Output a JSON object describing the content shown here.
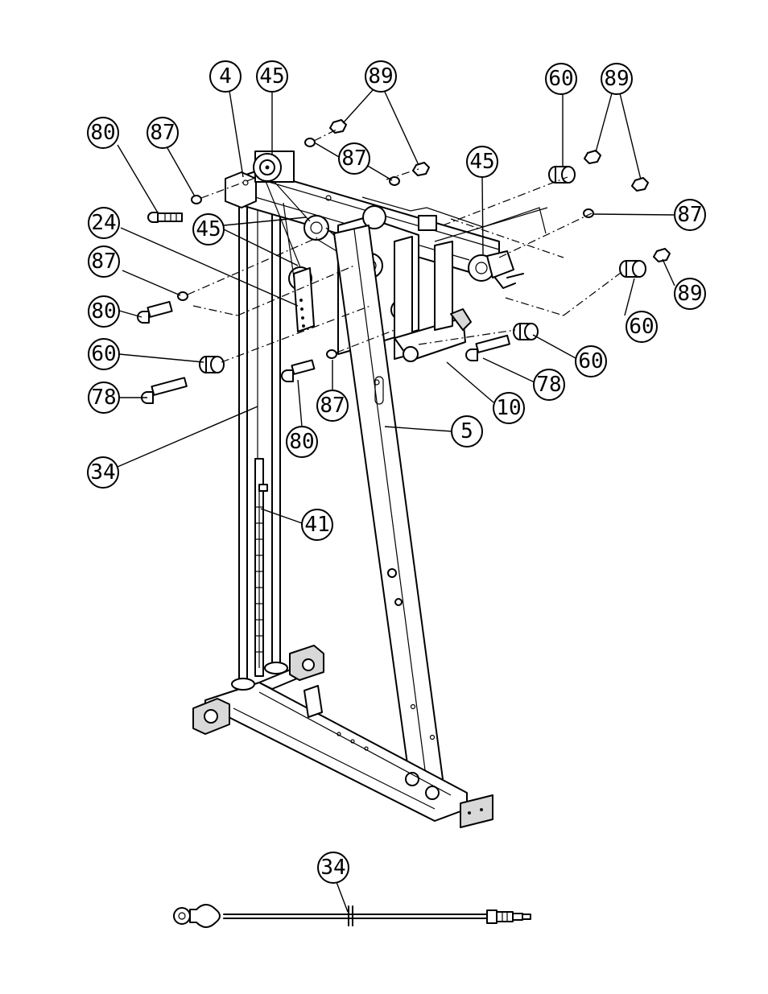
{
  "callouts": [
    {
      "id": "c-4",
      "label": "4"
    },
    {
      "id": "c-45a",
      "label": "45"
    },
    {
      "id": "c-89a",
      "label": "89"
    },
    {
      "id": "c-60a",
      "label": "60"
    },
    {
      "id": "c-89b",
      "label": "89"
    },
    {
      "id": "c-80a",
      "label": "80"
    },
    {
      "id": "c-87a",
      "label": "87"
    },
    {
      "id": "c-87b",
      "label": "87"
    },
    {
      "id": "c-45b",
      "label": "45"
    },
    {
      "id": "c-24",
      "label": "24"
    },
    {
      "id": "c-45c",
      "label": "45"
    },
    {
      "id": "c-87c",
      "label": "87"
    },
    {
      "id": "c-87d",
      "label": "87"
    },
    {
      "id": "c-89c",
      "label": "89"
    },
    {
      "id": "c-80b",
      "label": "80"
    },
    {
      "id": "c-60b",
      "label": "60"
    },
    {
      "id": "c-60c",
      "label": "60"
    },
    {
      "id": "c-60d",
      "label": "60"
    },
    {
      "id": "c-78a",
      "label": "78"
    },
    {
      "id": "c-78b",
      "label": "78"
    },
    {
      "id": "c-10",
      "label": "10"
    },
    {
      "id": "c-87e",
      "label": "87"
    },
    {
      "id": "c-5",
      "label": "5"
    },
    {
      "id": "c-80c",
      "label": "80"
    },
    {
      "id": "c-34a",
      "label": "34"
    },
    {
      "id": "c-41",
      "label": "41"
    },
    {
      "id": "c-34b",
      "label": "34"
    }
  ]
}
